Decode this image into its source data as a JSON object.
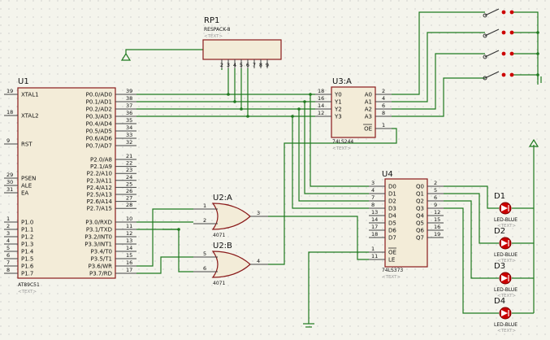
{
  "rp1": {
    "ref": "RP1",
    "part": "RESPACK-8",
    "text": "<TEXT>",
    "pins": [
      "2",
      "3",
      "4",
      "5",
      "6",
      "7",
      "8",
      "9"
    ]
  },
  "u1": {
    "ref": "U1",
    "part": "AT89C51",
    "text": "<TEXT>",
    "left": [
      {
        "n": "19",
        "l": "XTAL1"
      },
      {
        "n": "18",
        "l": "XTAL2"
      },
      {
        "n": "9",
        "l": "RST"
      },
      {
        "n": "29",
        "l": "PSEN"
      },
      {
        "n": "30",
        "l": "ALE"
      },
      {
        "n": "31",
        "l": "EA"
      },
      {
        "n": "1",
        "l": "P1.0"
      },
      {
        "n": "2",
        "l": "P1.1"
      },
      {
        "n": "3",
        "l": "P1.2"
      },
      {
        "n": "4",
        "l": "P1.3"
      },
      {
        "n": "5",
        "l": "P1.4"
      },
      {
        "n": "6",
        "l": "P1.5"
      },
      {
        "n": "7",
        "l": "P1.6"
      },
      {
        "n": "8",
        "l": "P1.7"
      }
    ],
    "right": [
      {
        "n": "39",
        "l": "P0.0/AD0"
      },
      {
        "n": "38",
        "l": "P0.1/AD1"
      },
      {
        "n": "37",
        "l": "P0.2/AD2"
      },
      {
        "n": "36",
        "l": "P0.3/AD3"
      },
      {
        "n": "35",
        "l": "P0.4/AD4"
      },
      {
        "n": "34",
        "l": "P0.5/AD5"
      },
      {
        "n": "33",
        "l": "P0.6/AD6"
      },
      {
        "n": "32",
        "l": "P0.7/AD7"
      },
      {
        "n": "21",
        "l": "P2.0/A8"
      },
      {
        "n": "22",
        "l": "P2.1/A9"
      },
      {
        "n": "23",
        "l": "P2.2/A10"
      },
      {
        "n": "24",
        "l": "P2.3/A11"
      },
      {
        "n": "25",
        "l": "P2.4/A12"
      },
      {
        "n": "26",
        "l": "P2.5/A13"
      },
      {
        "n": "27",
        "l": "P2.6/A14"
      },
      {
        "n": "28",
        "l": "P2.7/A15"
      },
      {
        "n": "10",
        "l": "P3.0/RXD"
      },
      {
        "n": "11",
        "l": "P3.1/TXD"
      },
      {
        "n": "12",
        "l": "P3.2/INT0"
      },
      {
        "n": "13",
        "l": "P3.3/INT1"
      },
      {
        "n": "14",
        "l": "P3.4/T0"
      },
      {
        "n": "15",
        "l": "P3.5/T1"
      },
      {
        "n": "16",
        "l": "P3.6/WR"
      },
      {
        "n": "17",
        "l": "P3.7/RD"
      }
    ]
  },
  "u3": {
    "ref": "U3:A",
    "part": "74LS244",
    "text": "<TEXT>",
    "left": [
      {
        "n": "18",
        "l": "Y0"
      },
      {
        "n": "16",
        "l": "Y1"
      },
      {
        "n": "14",
        "l": "Y2"
      },
      {
        "n": "12",
        "l": "Y3"
      }
    ],
    "right": [
      {
        "n": "2",
        "l": "A0"
      },
      {
        "n": "4",
        "l": "A1"
      },
      {
        "n": "6",
        "l": "A2"
      },
      {
        "n": "8",
        "l": "A3"
      }
    ],
    "oe": {
      "n": "1",
      "l": "OE"
    }
  },
  "u4": {
    "ref": "U4",
    "part": "74LS373",
    "text": "<TEXT>",
    "left": [
      {
        "n": "3",
        "l": "D0"
      },
      {
        "n": "4",
        "l": "D1"
      },
      {
        "n": "7",
        "l": "D2"
      },
      {
        "n": "8",
        "l": "D3"
      },
      {
        "n": "13",
        "l": "D4"
      },
      {
        "n": "14",
        "l": "D5"
      },
      {
        "n": "17",
        "l": "D6"
      },
      {
        "n": "18",
        "l": "D7"
      }
    ],
    "right": [
      {
        "n": "2",
        "l": "Q0"
      },
      {
        "n": "5",
        "l": "Q1"
      },
      {
        "n": "6",
        "l": "Q2"
      },
      {
        "n": "9",
        "l": "Q3"
      },
      {
        "n": "12",
        "l": "Q4"
      },
      {
        "n": "15",
        "l": "Q5"
      },
      {
        "n": "16",
        "l": "Q6"
      },
      {
        "n": "19",
        "l": "Q7"
      }
    ],
    "ctrl": [
      {
        "n": "1",
        "l": "OE"
      },
      {
        "n": "11",
        "l": "LE"
      }
    ]
  },
  "u2a": {
    "ref": "U2:A",
    "part": "4071",
    "pins": [
      "1",
      "2",
      "3"
    ]
  },
  "u2b": {
    "ref": "U2:B",
    "part": "4071",
    "pins": [
      "5",
      "6",
      "4"
    ]
  },
  "leds": [
    {
      "ref": "D1",
      "part": "LED-BLUE",
      "text": "<TEXT>"
    },
    {
      "ref": "D2",
      "part": "LED-BLUE",
      "text": "<TEXT>"
    },
    {
      "ref": "D3",
      "part": "LED-BLUE",
      "text": "<TEXT>"
    },
    {
      "ref": "D4",
      "part": "LED-BLUE",
      "text": "<TEXT>"
    }
  ],
  "colors": {
    "wire": "#1f7a1f",
    "body": "#8a1a1a",
    "fill": "#f3ecd8",
    "led": "#d40000"
  }
}
